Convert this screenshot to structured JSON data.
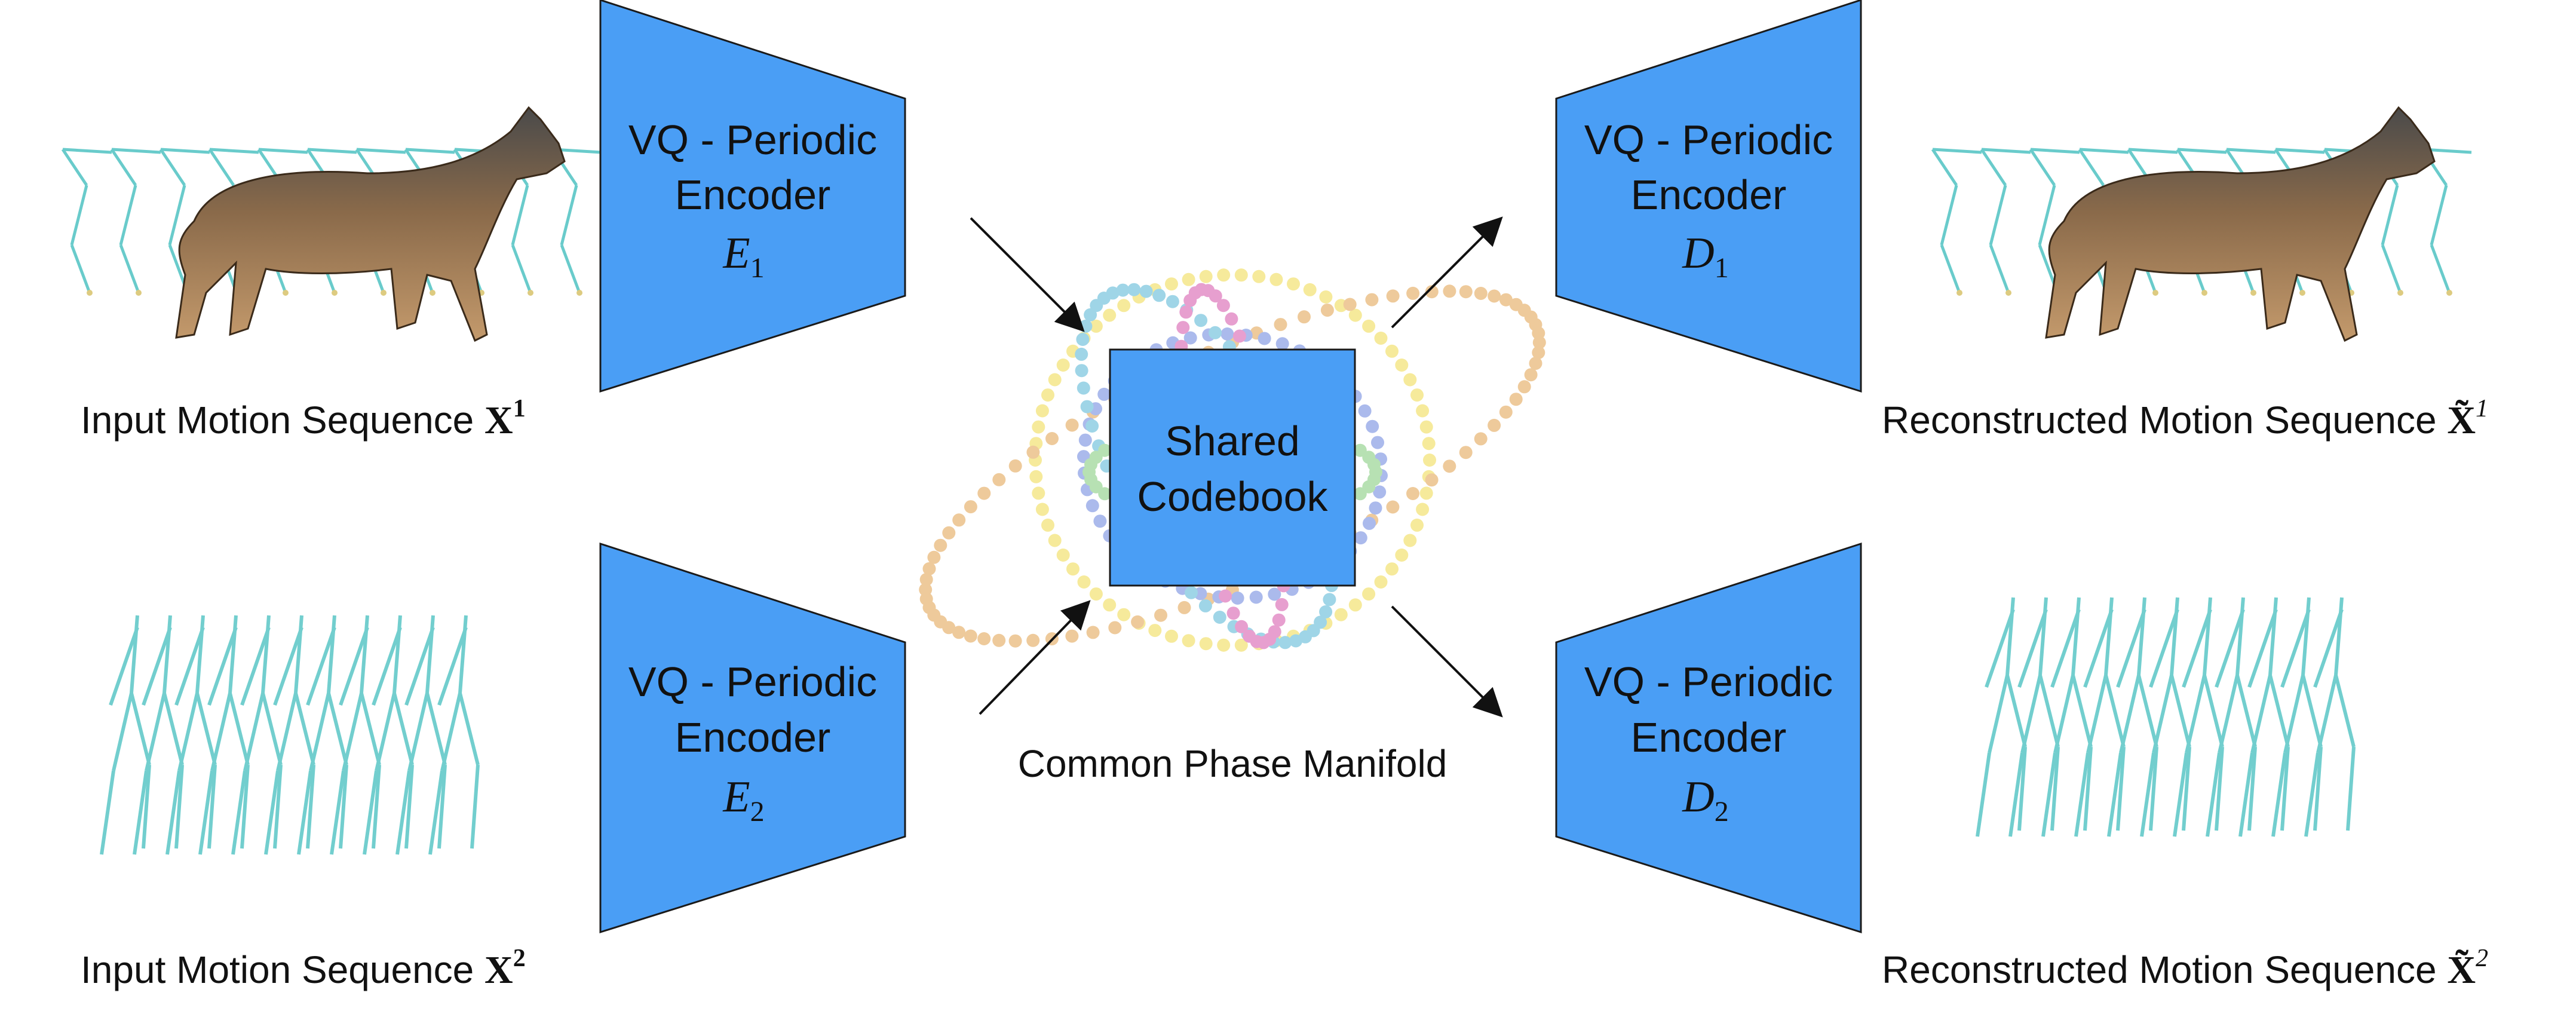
{
  "colors": {
    "block_fill": "#4a9ef5",
    "block_stroke": "#1a1a1a",
    "skeleton": "#4fc3c3",
    "arrow": "#111111",
    "manifold": [
      "#f3e37a",
      "#e9b97a",
      "#8fa3e6",
      "#7fc8e0",
      "#e07fc0",
      "#9fd89a",
      "#e08f8f"
    ]
  },
  "blocks": {
    "e1": {
      "line1": "VQ - Periodic",
      "line2": "Encoder",
      "sym": "E",
      "sub": "1"
    },
    "e2": {
      "line1": "VQ - Periodic",
      "line2": "Encoder",
      "sym": "E",
      "sub": "2"
    },
    "d1": {
      "line1": "VQ - Periodic",
      "line2": "Encoder",
      "sym": "D",
      "sub": "1"
    },
    "d2": {
      "line1": "VQ - Periodic",
      "line2": "Encoder",
      "sym": "D",
      "sub": "2"
    }
  },
  "codebook": {
    "line1": "Shared",
    "line2": "Codebook"
  },
  "manifold_label": "Common Phase Manifold",
  "inputs": {
    "x1": {
      "text": "Input Motion Sequence",
      "sym": "X",
      "sup": "1"
    },
    "x2": {
      "text": "Input Motion Sequence",
      "sym": "X",
      "sup": "2"
    }
  },
  "outputs": {
    "y1": {
      "text": "Reconstructed Motion Sequence",
      "sym": "X̃",
      "sup": "1"
    },
    "y2": {
      "text": "Reconstructed Motion Sequence",
      "sym": "X̃",
      "sup": "2"
    }
  },
  "icons": {
    "dog_input": "dog-skeleton-icon",
    "dog_output": "dog-skeleton-icon",
    "human_input": "human-skeleton-icon",
    "human_output": "human-skeleton-icon",
    "manifold": "phase-manifold-icon"
  }
}
